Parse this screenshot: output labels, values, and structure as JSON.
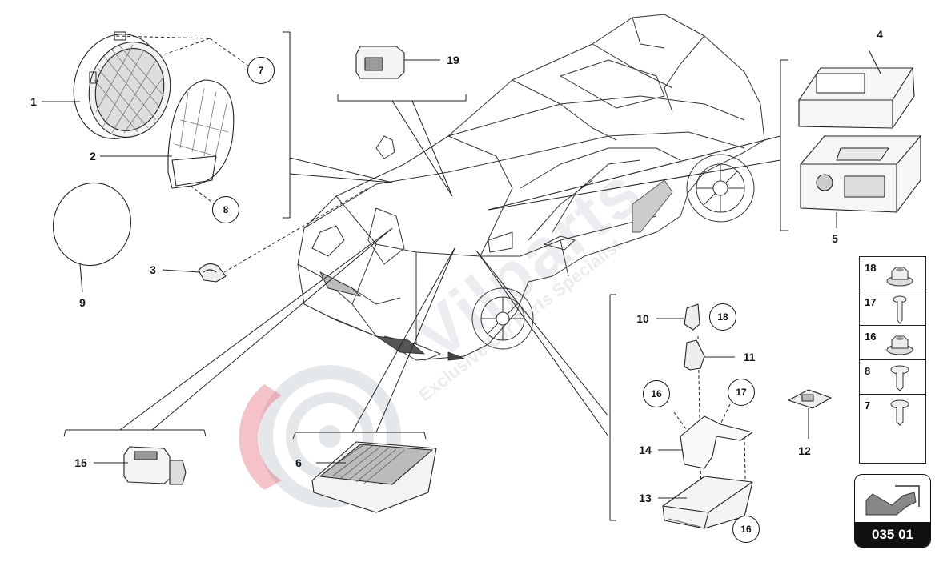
{
  "diagram": {
    "callouts": [
      {
        "id": "1",
        "label": "1"
      },
      {
        "id": "2",
        "label": "2"
      },
      {
        "id": "3",
        "label": "3"
      },
      {
        "id": "4",
        "label": "4"
      },
      {
        "id": "5",
        "label": "5"
      },
      {
        "id": "6",
        "label": "6"
      },
      {
        "id": "9",
        "label": "9"
      },
      {
        "id": "10",
        "label": "10"
      },
      {
        "id": "11",
        "label": "11"
      },
      {
        "id": "12",
        "label": "12"
      },
      {
        "id": "13",
        "label": "13"
      },
      {
        "id": "14",
        "label": "14"
      },
      {
        "id": "15",
        "label": "15"
      },
      {
        "id": "19",
        "label": "19"
      }
    ],
    "circled": {
      "c7": "7",
      "c8": "8",
      "c18": "18",
      "c16a": "16",
      "c17": "17",
      "c16b": "16"
    },
    "legend": [
      {
        "label": "18",
        "icon": "flange-nut-icon"
      },
      {
        "label": "17",
        "icon": "screw-icon"
      },
      {
        "label": "16",
        "icon": "flange-nut-icon"
      },
      {
        "label": "8",
        "icon": "flange-screw-icon"
      },
      {
        "label": "7",
        "icon": "flange-screw-icon"
      }
    ],
    "badge_code": "035 01",
    "watermark": {
      "brand": "Vilparts",
      "tagline": "Exclusive Car Parts Specialist"
    },
    "colors": {
      "line": "#222222",
      "watermark_red": "#e05060",
      "watermark_grey": "#8a94a6"
    }
  }
}
